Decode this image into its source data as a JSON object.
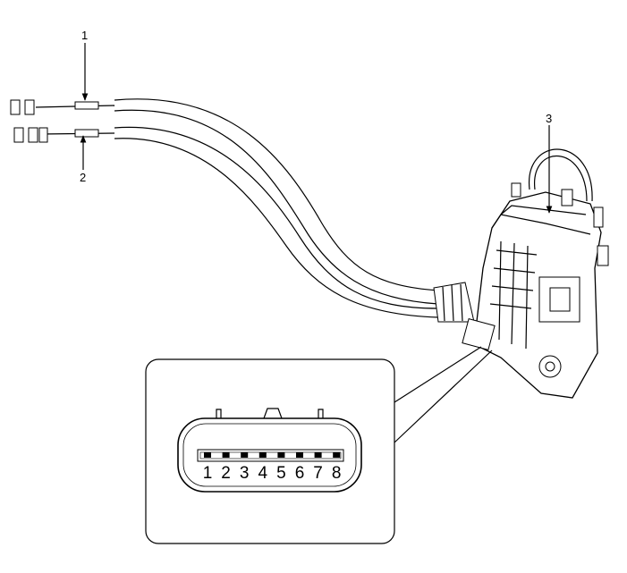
{
  "callouts": {
    "cable_1": "1",
    "cable_2": "2",
    "actuator": "3"
  },
  "connector_pins": [
    "1",
    "2",
    "3",
    "4",
    "5",
    "6",
    "7",
    "8"
  ]
}
